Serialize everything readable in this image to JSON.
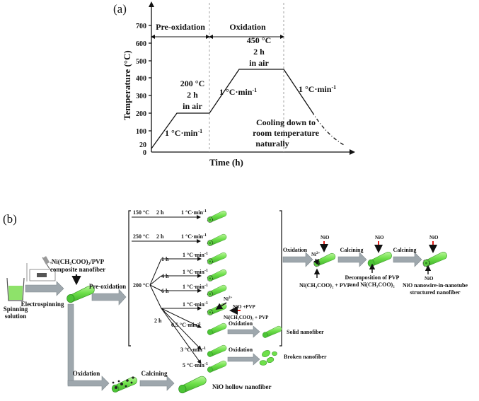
{
  "panel_a": {
    "label": "(a)",
    "phase_preox": "Pre-oxidation",
    "phase_ox": "Oxidation",
    "ylabel": "Temperature (°C)",
    "xlabel": "Time (h)",
    "yticks": [
      "700",
      "600",
      "500",
      "400",
      "300",
      "200",
      "100",
      "20",
      "0"
    ],
    "hold1": [
      "200 °C",
      "2 h",
      "in air"
    ],
    "hold2": [
      "450 °C",
      "2 h",
      "in air"
    ],
    "ramp1": "1 °C·min",
    "ramp2": "1 °C·min",
    "ramp3": "1 °C·min",
    "ramp_sup": "-1",
    "cooling": [
      "Cooling down to",
      "room temperature",
      "naturally"
    ]
  },
  "panel_b": {
    "label": "(b)",
    "spinning_solution": [
      "Spinning",
      "solution"
    ],
    "electrospinning": "Electrospinning",
    "composite": [
      "Ni(CH₃COO)₂/PVP",
      "composite nanofiber"
    ],
    "pre_oxidation": "Pre-oxidation",
    "oxidation": "Oxidation",
    "calcining": "Calcining",
    "nio_hollow": "NiO hollow nanofiber",
    "cond_150": [
      "150 °C",
      "2 h",
      "1 °C·min"
    ],
    "cond_250": [
      "250 °C",
      "2 h",
      "1 °C·min"
    ],
    "cond_200": "200 °C",
    "branches": [
      {
        "time": "1 h",
        "rate": "1 °C·min"
      },
      {
        "time": "4 h",
        "rate": "1 °C·min"
      },
      {
        "time": "6 h",
        "rate": "1 °C·min"
      },
      {
        "time": "2 h",
        "rate": "1 °C·min"
      },
      {
        "time": "",
        "rate": "0.5 °C·min"
      },
      {
        "time": "",
        "rate": "3 °C·min"
      },
      {
        "time": "",
        "rate": "5 °C·min"
      }
    ],
    "ni2": "Ni",
    "ni2_sup": "2+",
    "nio_pvp": "NiO +PVP",
    "ni_ac_pvp": "Ni(CH₃COO)₂ + PVP",
    "solid": "Solid nanofiber",
    "broken": "Broken nanofiber",
    "right_oxidation": "Oxidation",
    "right_calcining1": "Calcining",
    "right_calcining2": "Calcining",
    "nio": "NiO",
    "decomp": [
      "Decomposition of PVP",
      "and Ni(CH₃COO)₂"
    ],
    "final": [
      "NiO nanowire-in-nanotube",
      "structured nanofiber"
    ],
    "right_ni_ac": "Ni(CH₃COO)₂ + PVP"
  },
  "colors": {
    "fiber": "#6ee04a",
    "fiber_dark": "#3fae2a",
    "red": "#e0201a",
    "grey_arrow": "#9ea7ad"
  }
}
